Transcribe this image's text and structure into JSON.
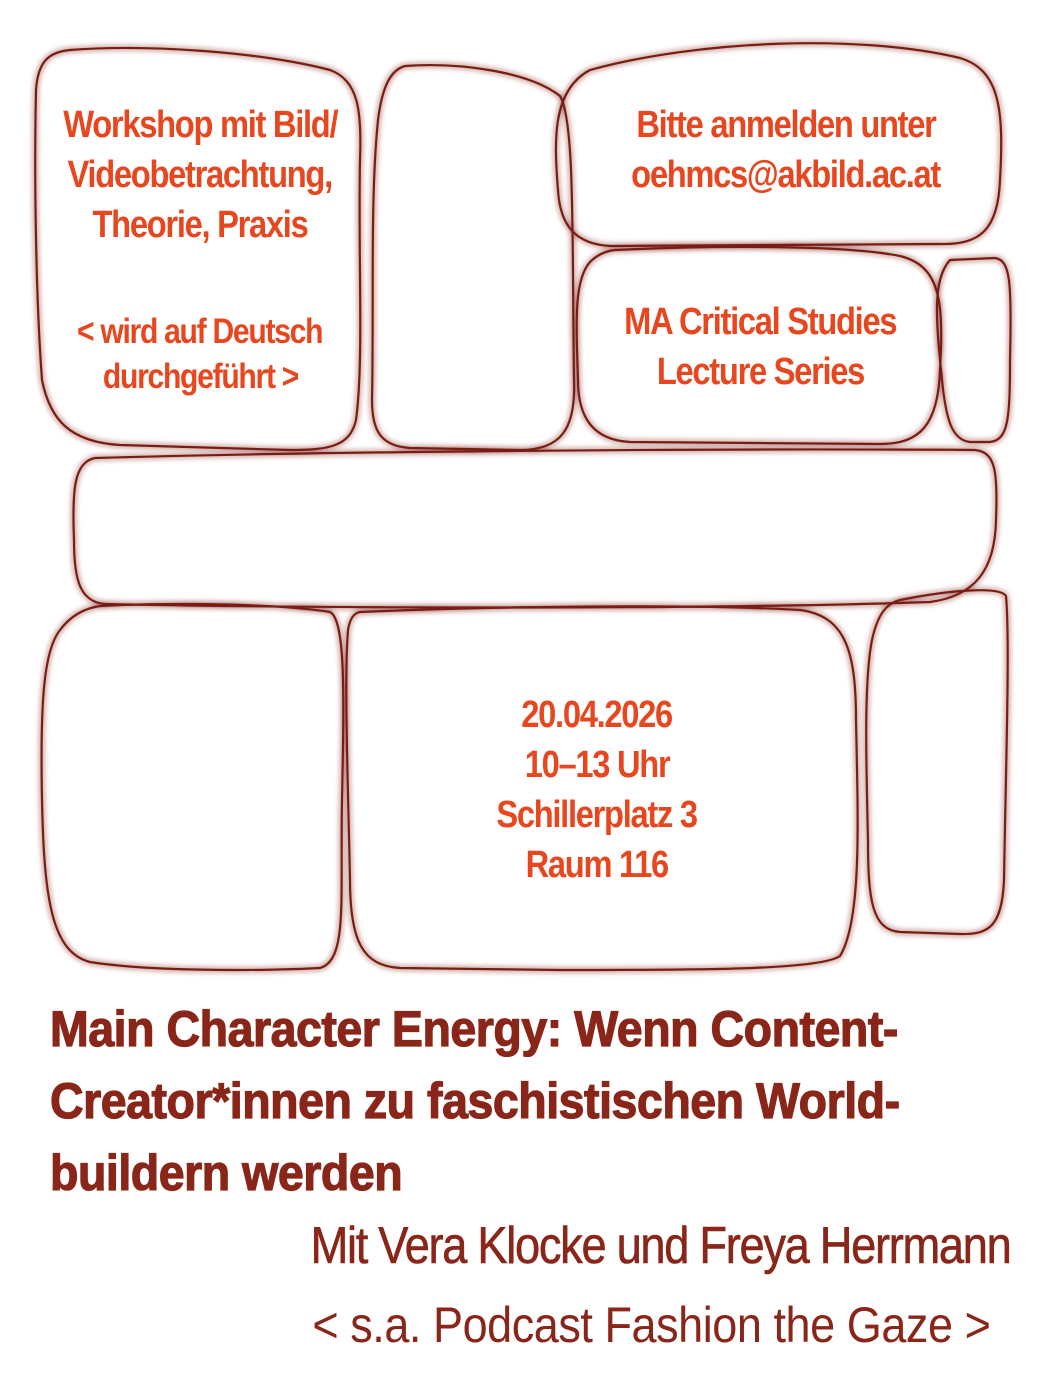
{
  "workshop": {
    "lines": [
      "Workshop mit Bild/",
      "Videobetrachtung,",
      "Theorie, Praxis"
    ],
    "language_note": [
      "< wird auf Deutsch",
      "durchgeführt >"
    ]
  },
  "registration": {
    "label": "Bitte anmelden unter",
    "email": "oehmcs@akbild.ac.at"
  },
  "series": [
    "MA Critical Studies",
    "Lecture Series"
  ],
  "event": {
    "date": "20.04.2026",
    "time": "10–13 Uhr",
    "address": "Schillerplatz 3",
    "room": "Raum 116"
  },
  "title_lines": [
    "Main Character Energy: Wenn Content-",
    "Creator*innen zu faschistischen World-",
    "buildern werden"
  ],
  "speakers": "Mit Vera Klocke und Freya Herrmann",
  "podcast_note": "< s.a. Podcast Fashion the Gaze >",
  "colors": {
    "accent": "#e8461e",
    "dark": "#8a2619",
    "outline": "#7a1e12",
    "glow": "#f08a6a"
  }
}
